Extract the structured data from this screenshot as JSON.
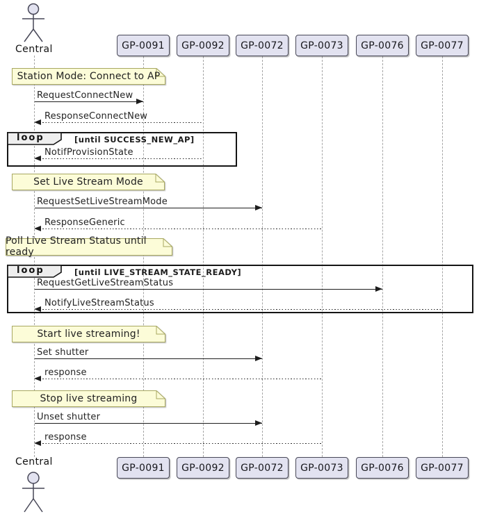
{
  "diagram_type": "uml-sequence",
  "actor": {
    "name": "Central"
  },
  "participants": [
    {
      "label": "GP-0091"
    },
    {
      "label": "GP-0092"
    },
    {
      "label": "GP-0072"
    },
    {
      "label": "GP-0073"
    },
    {
      "label": "GP-0076"
    },
    {
      "label": "GP-0077"
    }
  ],
  "notes": [
    {
      "text": "Station Mode: Connect to AP"
    },
    {
      "text": "Set Live Stream Mode"
    },
    {
      "text": "Poll Live Stream Status until ready"
    },
    {
      "text": "Start live streaming!"
    },
    {
      "text": "Stop live streaming"
    }
  ],
  "loops": [
    {
      "operator": "loop",
      "condition": "[until SUCCESS_NEW_AP]"
    },
    {
      "operator": "loop",
      "condition": "[until LIVE_STREAM_STATE_READY]"
    }
  ],
  "messages": [
    {
      "label": "RequestConnectNew",
      "from": "Central",
      "to": "GP-0091",
      "line": "solid"
    },
    {
      "label": "ResponseConnectNew",
      "from": "GP-0092",
      "to": "Central",
      "line": "dotted"
    },
    {
      "label": "NotifProvisionState",
      "from": "GP-0092",
      "to": "Central",
      "line": "dotted"
    },
    {
      "label": "RequestSetLiveStreamMode",
      "from": "Central",
      "to": "GP-0072",
      "line": "solid"
    },
    {
      "label": "ResponseGeneric",
      "from": "GP-0073",
      "to": "Central",
      "line": "dotted"
    },
    {
      "label": "RequestGetLiveStreamStatus",
      "from": "Central",
      "to": "GP-0076",
      "line": "solid"
    },
    {
      "label": "NotifyLiveStreamStatus",
      "from": "GP-0077",
      "to": "Central",
      "line": "dotted"
    },
    {
      "label": "Set shutter",
      "from": "Central",
      "to": "GP-0072",
      "line": "solid"
    },
    {
      "label": "response",
      "from": "GP-0073",
      "to": "Central",
      "line": "dotted"
    },
    {
      "label": "Unset shutter",
      "from": "Central",
      "to": "GP-0072",
      "line": "solid"
    },
    {
      "label": "response",
      "from": "GP-0073",
      "to": "Central",
      "line": "dotted"
    }
  ],
  "colors": {
    "participant_fill": "#E2E2F0",
    "participant_border": "#474757",
    "note_fill": "#FCFCD8",
    "note_border": "#A8A860",
    "loop_border": "#141414",
    "loop_header_fill": "#EEEEEE",
    "lifeline": "#A5A5A5",
    "arrow": "#1D1D1D"
  }
}
